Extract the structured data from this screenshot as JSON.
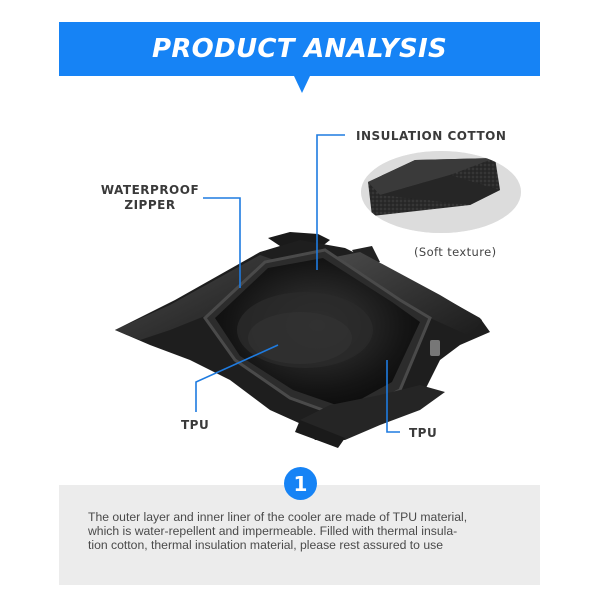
{
  "header": {
    "title": "PRODUCT ANALYSIS",
    "accent_color": "#1683f5"
  },
  "callouts": {
    "insulation_cotton": "INSULATION COTTON",
    "waterproof_zipper_line1": "WATERPROOF",
    "waterproof_zipper_line2": "ZIPPER",
    "tpu_left": "TPU",
    "tpu_right": "TPU",
    "inset_caption": "(Soft texture)"
  },
  "product_image": {
    "subject": "open black TPU cooler bag, top view",
    "inset_subject": "black insulation foam sample"
  },
  "step": {
    "number": "1",
    "description": "The outer layer and inner liner of the cooler are made of TPU material, which is water-repellent and impermeable. Filled with thermal insulation cotton, thermal insulation material, please rest assured to use",
    "line1": "The outer layer and inner liner of the cooler are made of TPU material,",
    "line2": "which is water-repellent and impermeable. Filled with thermal insula-",
    "line3": "tion cotton, thermal insulation material, please rest assured to use",
    "background_color": "#ececec"
  }
}
